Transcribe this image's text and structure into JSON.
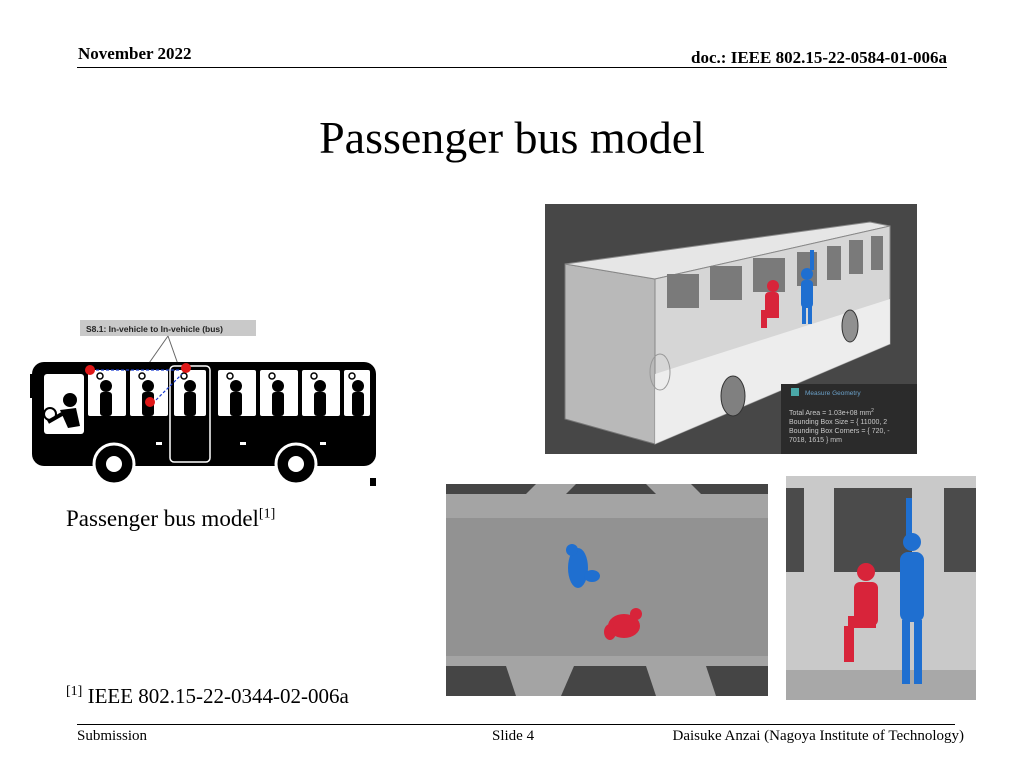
{
  "header": {
    "date": "November 2022",
    "doc_id": "doc.: IEEE 802.15-22-0584-01-006a"
  },
  "slide": {
    "title": "Passenger bus model",
    "bus_caption": "Passenger bus model",
    "bus_caption_ref": "[1]",
    "reference_marker": "[1]",
    "reference_text": " IEEE 802.15-22-0344-02-006a"
  },
  "figure_bus_diagram": {
    "scenario_label": "S8.1: In-vehicle to In-vehicle (bus)",
    "icons": [
      "bus-icon",
      "driver-icon",
      "passenger-icon"
    ]
  },
  "figure_3d_bus": {
    "panel_title": "Measure Geometry",
    "panel_line1": "Total Area = 1.03e+08 mm",
    "panel_line1_sup": "2",
    "panel_line2": "Bounding Box Size = { 11000, 2",
    "panel_line3": "Bounding Box Corners = { 720, -",
    "panel_line4": "7018, 1615 } mm"
  },
  "colors": {
    "body_blue": "#1f6fd0",
    "body_red": "#d8243a",
    "scene_gray": "#4a4a4a"
  },
  "footer": {
    "left": "Submission",
    "center": "Slide 4",
    "right": "Daisuke Anzai (Nagoya Institute of Technology)"
  }
}
